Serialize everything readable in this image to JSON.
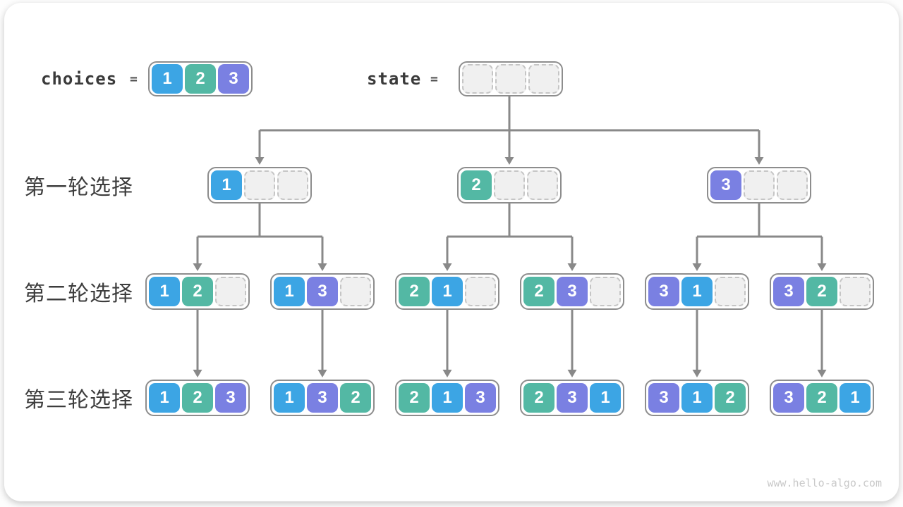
{
  "palette": {
    "1": "#3ca5e4",
    "2": "#53b8a4",
    "3": "#7a80e2",
    "empty_fill": "#f0f0f0",
    "empty_border": "#c5c5c5",
    "container_border": "#8d8d8d",
    "arrow": "#898989",
    "text_dark": "#3d3d3d",
    "watermark_color": "#c9c9c9"
  },
  "header": {
    "choices_label": "choices",
    "choices_equals": "=",
    "choices_cells": [
      "1",
      "2",
      "3"
    ],
    "state_label": "state",
    "state_equals": "=",
    "state_cells": [
      "",
      "",
      ""
    ]
  },
  "rounds": [
    {
      "label": "第一轮选择",
      "nodes": [
        [
          "1",
          "",
          ""
        ],
        [
          "2",
          "",
          ""
        ],
        [
          "3",
          "",
          ""
        ]
      ]
    },
    {
      "label": "第二轮选择",
      "nodes": [
        [
          "1",
          "2",
          ""
        ],
        [
          "1",
          "3",
          ""
        ],
        [
          "2",
          "1",
          ""
        ],
        [
          "2",
          "3",
          ""
        ],
        [
          "3",
          "1",
          ""
        ],
        [
          "3",
          "2",
          ""
        ]
      ]
    },
    {
      "label": "第三轮选择",
      "nodes": [
        [
          "1",
          "2",
          "3"
        ],
        [
          "1",
          "3",
          "2"
        ],
        [
          "2",
          "1",
          "3"
        ],
        [
          "2",
          "3",
          "1"
        ],
        [
          "3",
          "1",
          "2"
        ],
        [
          "3",
          "2",
          "1"
        ]
      ]
    }
  ],
  "watermark": "www.hello-algo.com"
}
